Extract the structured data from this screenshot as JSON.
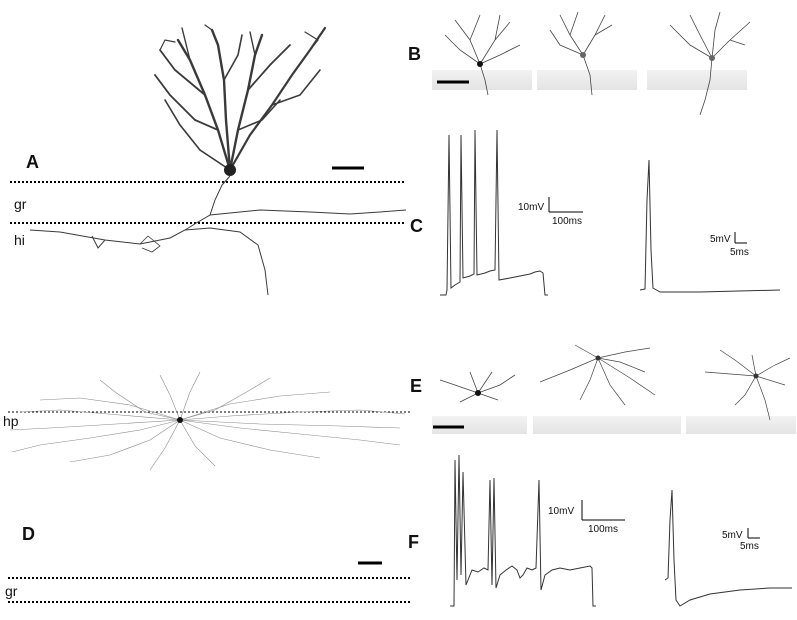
{
  "figure": {
    "panels": {
      "A": "A",
      "B": "B",
      "C": "C",
      "D": "D",
      "E": "E",
      "F": "F"
    },
    "layers": {
      "gr_top": "gr",
      "hi": "hi",
      "hp": "hp",
      "gr_bottom": "gr"
    },
    "scale_bars": {
      "C_left": {
        "v": "10mV",
        "t": "100ms"
      },
      "C_right": {
        "v": "5mV",
        "t": "5ms"
      },
      "F_left": {
        "v": "10mV",
        "t": "100ms"
      },
      "F_right": {
        "v": "5mV",
        "t": "5ms"
      }
    }
  }
}
